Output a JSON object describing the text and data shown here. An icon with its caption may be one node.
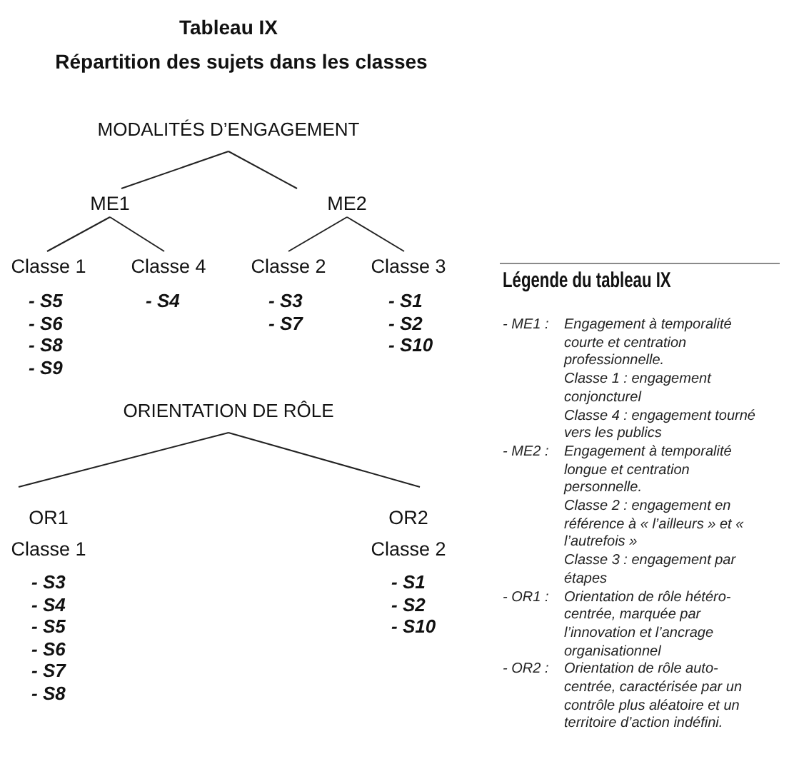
{
  "diagram": {
    "title": "Tableau IX",
    "nodes": [
      {
        "text": [
          "MODALITÉS D’ENGAGEMENT"
        ]
      },
      {
        "text": [
          "ME1"
        ]
      },
      {
        "text": [
          "ME2"
        ]
      },
      {
        "text": [
          "Classe 1"
        ],
        "beside": [
          "- S5",
          "- S6",
          "- S8",
          "- S9"
        ]
      },
      {
        "text": [
          "Classe 4"
        ],
        "beside": [
          "- S4"
        ]
      },
      {
        "text": [
          "Classe 2"
        ],
        "beside": [
          "- S3",
          "- S7"
        ]
      },
      {
        "text": [
          "Classe 3"
        ],
        "beside": [
          "- S1",
          "- S2",
          "- S10"
        ]
      },
      {
        "text": [
          "ORIENTATION DE RÔLE"
        ]
      },
      {
        "text": [
          "OR1",
          "Classe 1"
        ],
        "beside": [
          "- S3",
          "- S4",
          "- S5",
          "- S6",
          "- S7",
          "- S8"
        ]
      },
      {
        "text": [
          "OR2",
          "Classe 2"
        ],
        "beside": [
          "- S1",
          "- S2",
          "- S10"
        ]
      }
    ],
    "edges": [
      {
        "from": 0,
        "to": 1,
        "arrow": "none"
      },
      {
        "from": 0,
        "to": 2,
        "arrow": "none"
      },
      {
        "from": 1,
        "to": 3,
        "arrow": "none"
      },
      {
        "from": 1,
        "to": 4,
        "arrow": "none"
      },
      {
        "from": 2,
        "to": 5,
        "arrow": "none"
      },
      {
        "from": 2,
        "to": 6,
        "arrow": "none"
      },
      {
        "from": 7,
        "to": 8,
        "arrow": "none"
      },
      {
        "from": 7,
        "to": 9,
        "arrow": "none"
      }
    ],
    "labels": [
      "Répartition des sujets dans les classes",
      "Légende du tableau IX",
      "- ME1 :",
      "Engagement à temporalité courte et centration professionnelle.",
      "Classe 1 : engagement conjoncturel",
      "Classe 4 : engagement tourné vers les publics",
      "- ME2 :",
      "Engagement à temporalité longue et centration personnelle.",
      "Classe 2 : engagement en référence à « l’ailleurs » et « l’autrefois »",
      "Classe 3 : engagement par étapes",
      "- OR1 :",
      "Orientation de rôle hétéro-centrée, marquée par l’innovation et l’ancrage organisationnel",
      "- OR2 :",
      "Orientation de rôle auto-centrée, caractérisée par un contrôle plus aléatoire et un territoire d’action indéfini."
    ]
  }
}
